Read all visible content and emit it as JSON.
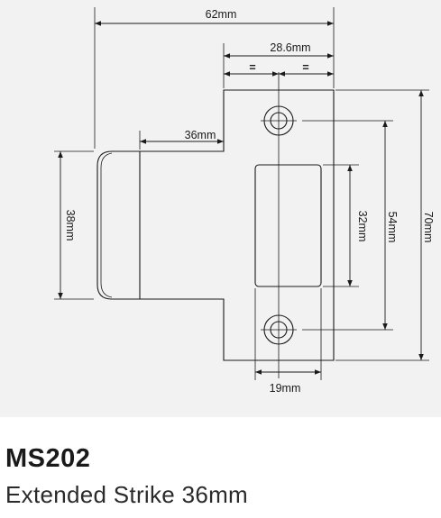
{
  "product": {
    "code": "MS202",
    "name": "Extended Strike 36mm"
  },
  "drawing": {
    "dimensions": {
      "overall_width": "62mm",
      "hole_spacing_width": "28.6mm",
      "equal_left": "=",
      "equal_right": "=",
      "lip_extension": "36mm",
      "lip_height": "38mm",
      "slot_height": "32mm",
      "hole_centres": "54mm",
      "overall_height": "70mm",
      "slot_width": "19mm"
    },
    "colors": {
      "background": "#f2f2f2",
      "line": "#1a1a1a"
    }
  }
}
